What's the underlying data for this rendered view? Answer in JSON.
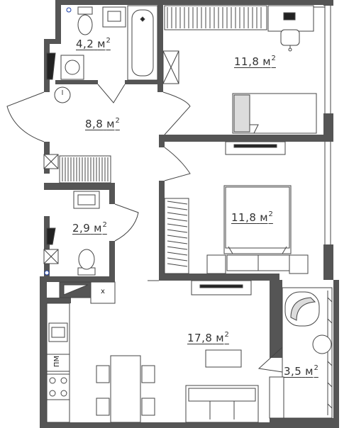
{
  "rooms": [
    {
      "id": "bathroom",
      "area": "4,2",
      "unit": "м",
      "exp": "2"
    },
    {
      "id": "bedroom-top",
      "area": "11,8",
      "unit": "м",
      "exp": "2"
    },
    {
      "id": "hallway",
      "area": "8,8",
      "unit": "м",
      "exp": "2"
    },
    {
      "id": "wc",
      "area": "2,9",
      "unit": "м",
      "exp": "2"
    },
    {
      "id": "bedroom-middle",
      "area": "11,8",
      "unit": "м",
      "exp": "2"
    },
    {
      "id": "kitchen-living",
      "area": "17,8",
      "unit": "м",
      "exp": "2"
    },
    {
      "id": "balcony",
      "area": "3,5",
      "unit": "м",
      "exp": "2"
    }
  ],
  "appliance_labels": {
    "dishwasher": "ПМ",
    "cabinet_mark": "x"
  },
  "colors": {
    "wall": "#555555",
    "wall_dark": "#333333",
    "line": "#444444",
    "furniture_fill": "#dcdcdc",
    "accent": "#1a3ea8"
  }
}
